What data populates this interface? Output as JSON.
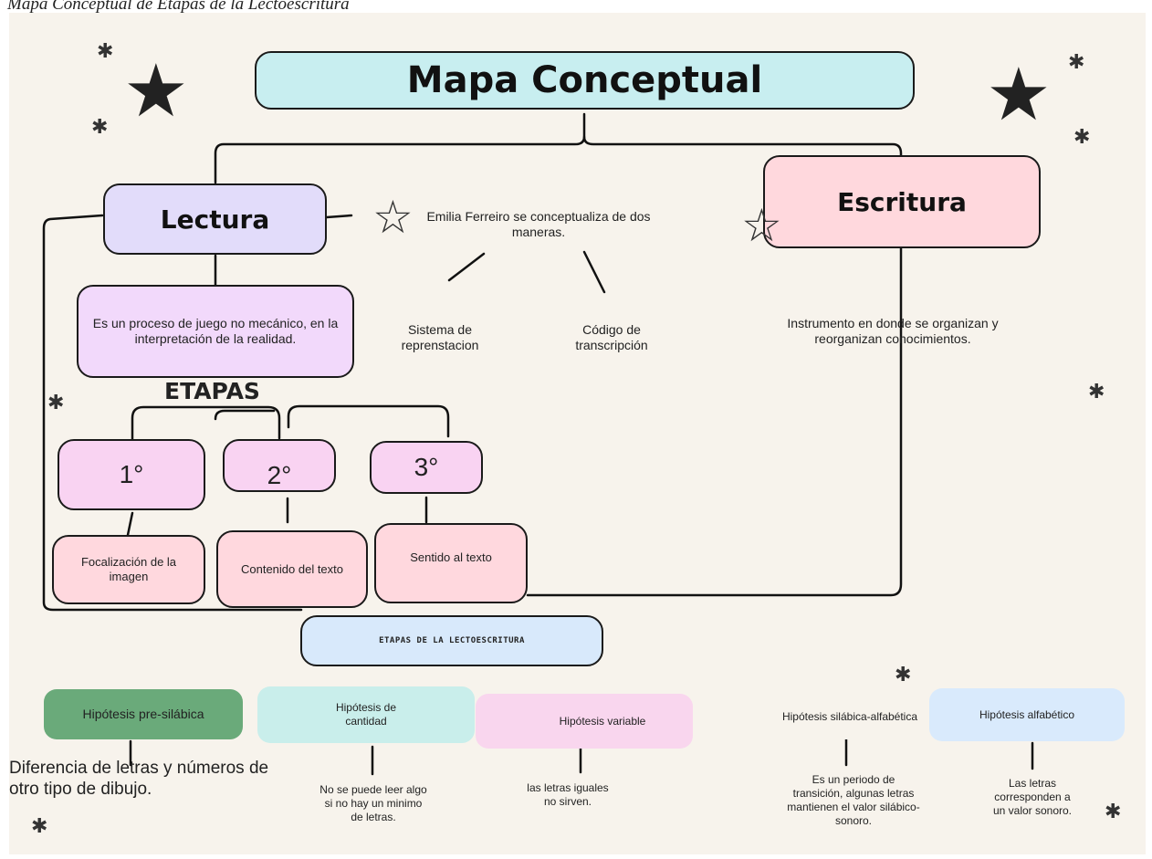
{
  "caption": "Mapa Conceptual de Etapas de la Lectoescritura",
  "title": "Mapa Conceptual",
  "lectura": {
    "label": "Lectura",
    "definition": "Es un proceso de juego no mecánico, en la interpretación de la realidad.",
    "etapas_label": "ETAPAS",
    "stages": [
      {
        "num": "1°",
        "desc": "Focalización de la imagen"
      },
      {
        "num": "2°",
        "desc": "Contenido del texto"
      },
      {
        "num": "3°",
        "desc": "Sentido al texto"
      }
    ]
  },
  "ferreiro": {
    "text": "Emilia Ferreiro se conceptualiza de dos maneras.",
    "option1": "Sistema de reprenstacion",
    "option2": "Código de transcripción"
  },
  "escritura": {
    "label": "Escritura",
    "definition": "Instrumento en donde se organizan y reorganizan conocimientos."
  },
  "bottom_label": "ETAPAS DE LA LECTOESCRITURA",
  "hypotheses": [
    {
      "name": "Hipótesis pre-silábica",
      "desc": "Diferencia de letras y números de otro tipo de dibujo.",
      "color": "#6aaa7a"
    },
    {
      "name": "Hipótesis de cantidad",
      "desc": "No se puede leer algo si no hay un minimo de letras.",
      "color": "#c9eeeb"
    },
    {
      "name": "Hipótesis variable",
      "desc": "las letras iguales no sirven.",
      "color": "#f9d6ee"
    },
    {
      "name": "Hipótesis silábica-alfabética",
      "desc": "Es un periodo de transición, algunas letras mantienen el valor silábico-sonoro.",
      "color": "#f7f3ec"
    },
    {
      "name": "Hipótesis alfabético",
      "desc": "Las letras corresponden a un valor sonoro.",
      "color": "#d9eafc"
    }
  ],
  "colors": {
    "title_bg": "#c8eef0",
    "lectura_bg": "#e2dcfa",
    "definition_bg": "#f2d9fb",
    "stage_num_bg": "#f9d3f2",
    "stage_desc_bg": "#ffd8de",
    "escritura_bg": "#ffd8dd",
    "bottom_label_bg": "#d8e9fb",
    "canvas_bg": "#f7f3ec"
  },
  "icons": [
    "star-scribble-icon",
    "star-outline-icon"
  ]
}
